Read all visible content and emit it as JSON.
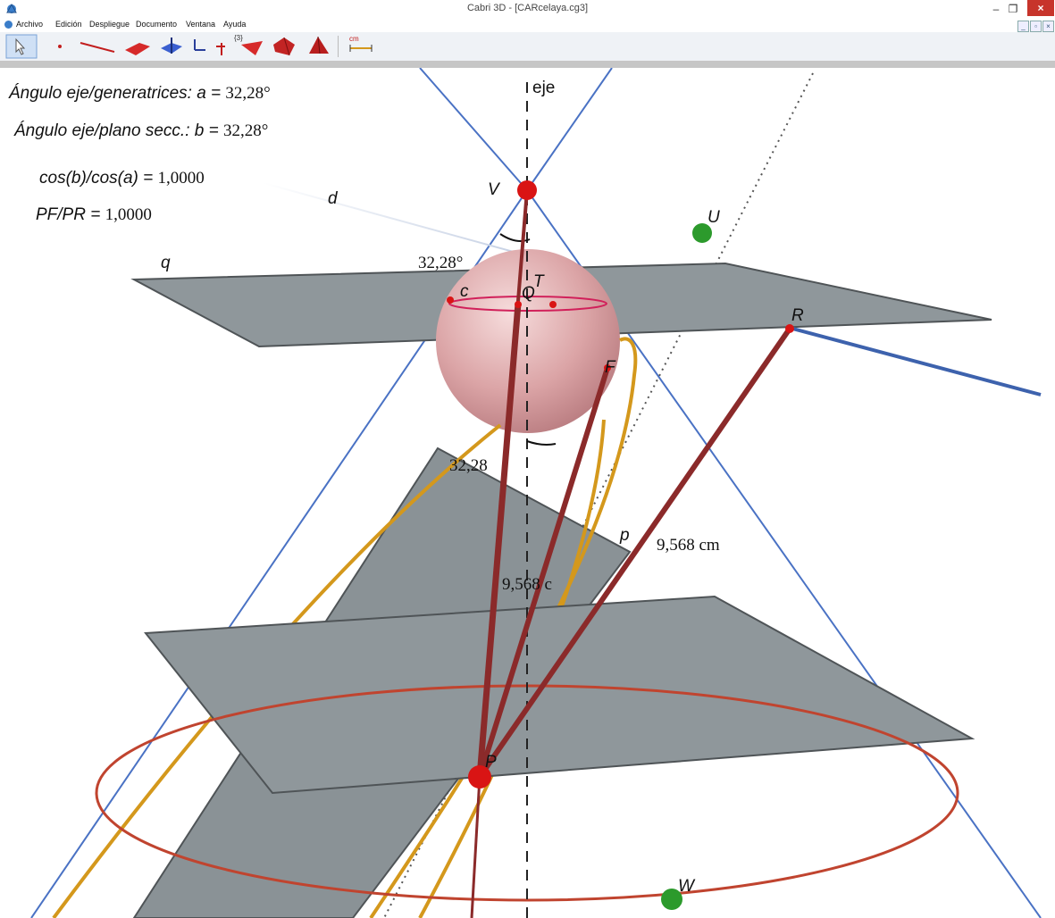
{
  "window": {
    "title": "Cabri 3D - [CARcelaya.cg3]",
    "min_glyph": "–",
    "max_glyph": "❐",
    "close_glyph": "×"
  },
  "menu": {
    "items": [
      "Archivo",
      "Edición",
      "Despliegue",
      "Documento",
      "Ventana",
      "Ayuda"
    ],
    "doc_controls": [
      "_",
      "▫",
      "×"
    ]
  },
  "toolbar": {
    "tools": [
      "pointer-tool",
      "point-tool",
      "line-tool",
      "plane-tool",
      "perpendicular-tool",
      "transformation-tool",
      "polygon-tool",
      "polyhedron-tool",
      "solid-tool",
      "measure-tool"
    ],
    "badge_label": "{3}",
    "measure_label": "cm"
  },
  "overlay": {
    "line1_label": "Ángulo eje/generatrices: a = ",
    "line1_value": "32,28°",
    "line2_label": "Ángulo eje/plano secc.: b = ",
    "line2_value": "32,28°",
    "line3_label": "cos(b)/cos(a) = ",
    "line3_value": "1,0000",
    "line4_label": "PF/PR = ",
    "line4_value": "1,0000"
  },
  "labels": {
    "eje": "eje",
    "V": "V",
    "d": "d",
    "U": "U",
    "q": "q",
    "c": "c",
    "Q": "Q",
    "T": "T",
    "R": "R",
    "F": "F",
    "p": "p",
    "P": "P",
    "W": "W"
  },
  "measures": {
    "angle_top": "32,28°",
    "angle_mid": "32,28",
    "dist_right": "9,568 cm",
    "dist_left": "9,568 c"
  },
  "colors": {
    "cone_line": "#4a72c4",
    "plane_fill": "#8f979b",
    "segment": "#8b2a2a",
    "parabola": "#d4981c",
    "circle": "#c0442f",
    "point_red": "#d91414",
    "point_green": "#2c9a2c"
  }
}
